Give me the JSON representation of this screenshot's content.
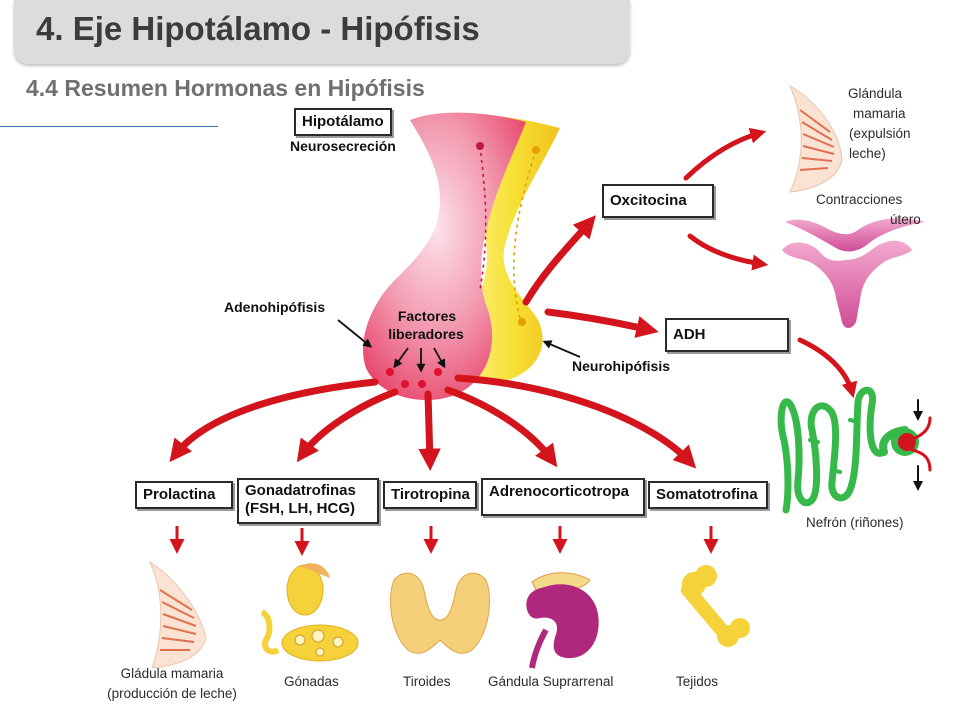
{
  "title": "4. Eje Hipotálamo - Hipófisis",
  "subtitle": "4.4 Resumen Hormonas en Hipófisis",
  "labels": {
    "hipotalamo": "Hipotálamo",
    "neurosecrecion": "Neurosecreción",
    "adenohipofisis": "Adenohipófisis",
    "factores_1": "Factores",
    "factores_2": "liberadores",
    "neurohipofisis": "Neurohipófisis"
  },
  "hormones": {
    "oxcitocina": "Oxcitocina",
    "adh": "ADH",
    "prolactina": "Prolactina",
    "gonadotrofinas_1": "Gonadatrofinas",
    "gonadotrofinas_2": "(FSH, LH, HCG)",
    "tirotropina": "Tirotropina",
    "adrenocorticotropa": "Adrenocorticotropa",
    "somatotrofina": "Somatotrofina"
  },
  "targets": {
    "glandula_1": "Glándula",
    "glandula_2": "mamaria",
    "glandula_3": "(expulsión",
    "glandula_4": "leche)",
    "contracciones_1": "Contracciones",
    "contracciones_2": "útero",
    "nefron": "Nefrón (riñones)",
    "gladula_1": "Gládula mamaria",
    "gladula_2": "(producción de leche)",
    "gonadas": "Gónadas",
    "tiroides": "Tiroides",
    "suprarrenal": "Gándula Suprarrenal",
    "tejidos": "Tejidos"
  },
  "colors": {
    "arrow_red": "#d4141c",
    "adeno_pink": "#f07a95",
    "neuro_yellow": "#f7e135",
    "title_bg": "#dcdcdc",
    "rule_blue": "#3a6fb0"
  },
  "icons": [
    "breast-icon",
    "uterus-icon",
    "nephron-icon",
    "gonads-icon",
    "thyroid-icon",
    "adrenal-kidney-icon",
    "bone-icon"
  ]
}
